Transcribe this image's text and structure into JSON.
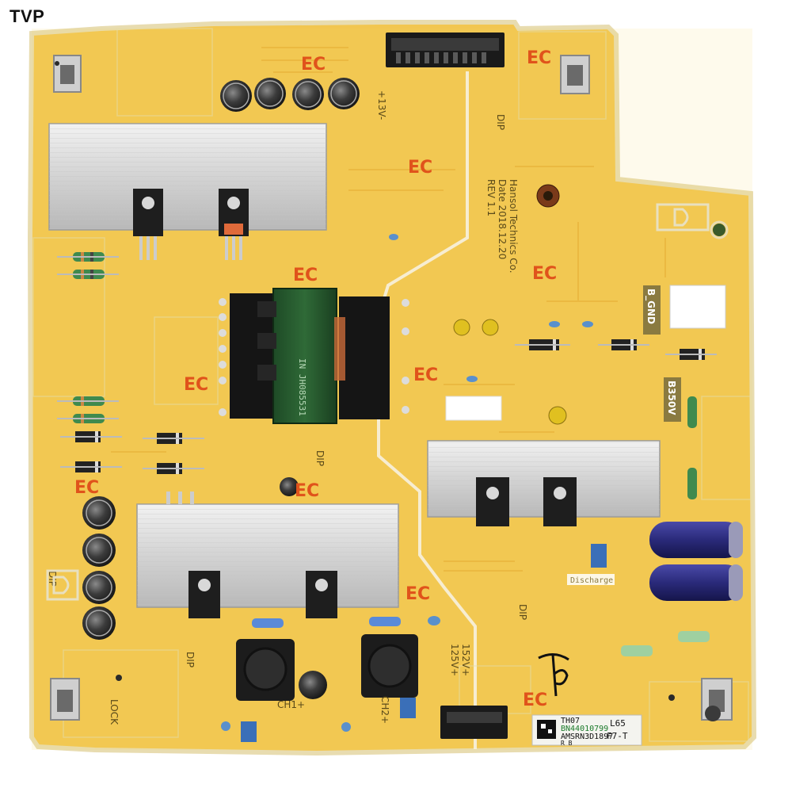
{
  "watermark": "TVP",
  "board": {
    "silk": {
      "voltage_13v": "+13V-",
      "dip_1": "DIP",
      "dip_2": "DIP",
      "dip_3": "DIP",
      "dip_4": "DIP",
      "dip_5": "DIP",
      "rev": "REV 1.1",
      "date": "Date 2018.12.20",
      "maker": "Hansol Technics Co.",
      "b_gnd": "B_GND",
      "b350v": "B350V",
      "ch1": "CH1+",
      "ch2": "CH2+",
      "v_125": "125V+",
      "v_152": "152V+",
      "lock": "LOCK",
      "discharge": "Discharge"
    },
    "sticker": {
      "line1": "TH07",
      "line2": "BN44010799",
      "line3": "AMSRN3D1897",
      "line4": "R B",
      "right1": "L65",
      "right2": "F7-T"
    }
  }
}
